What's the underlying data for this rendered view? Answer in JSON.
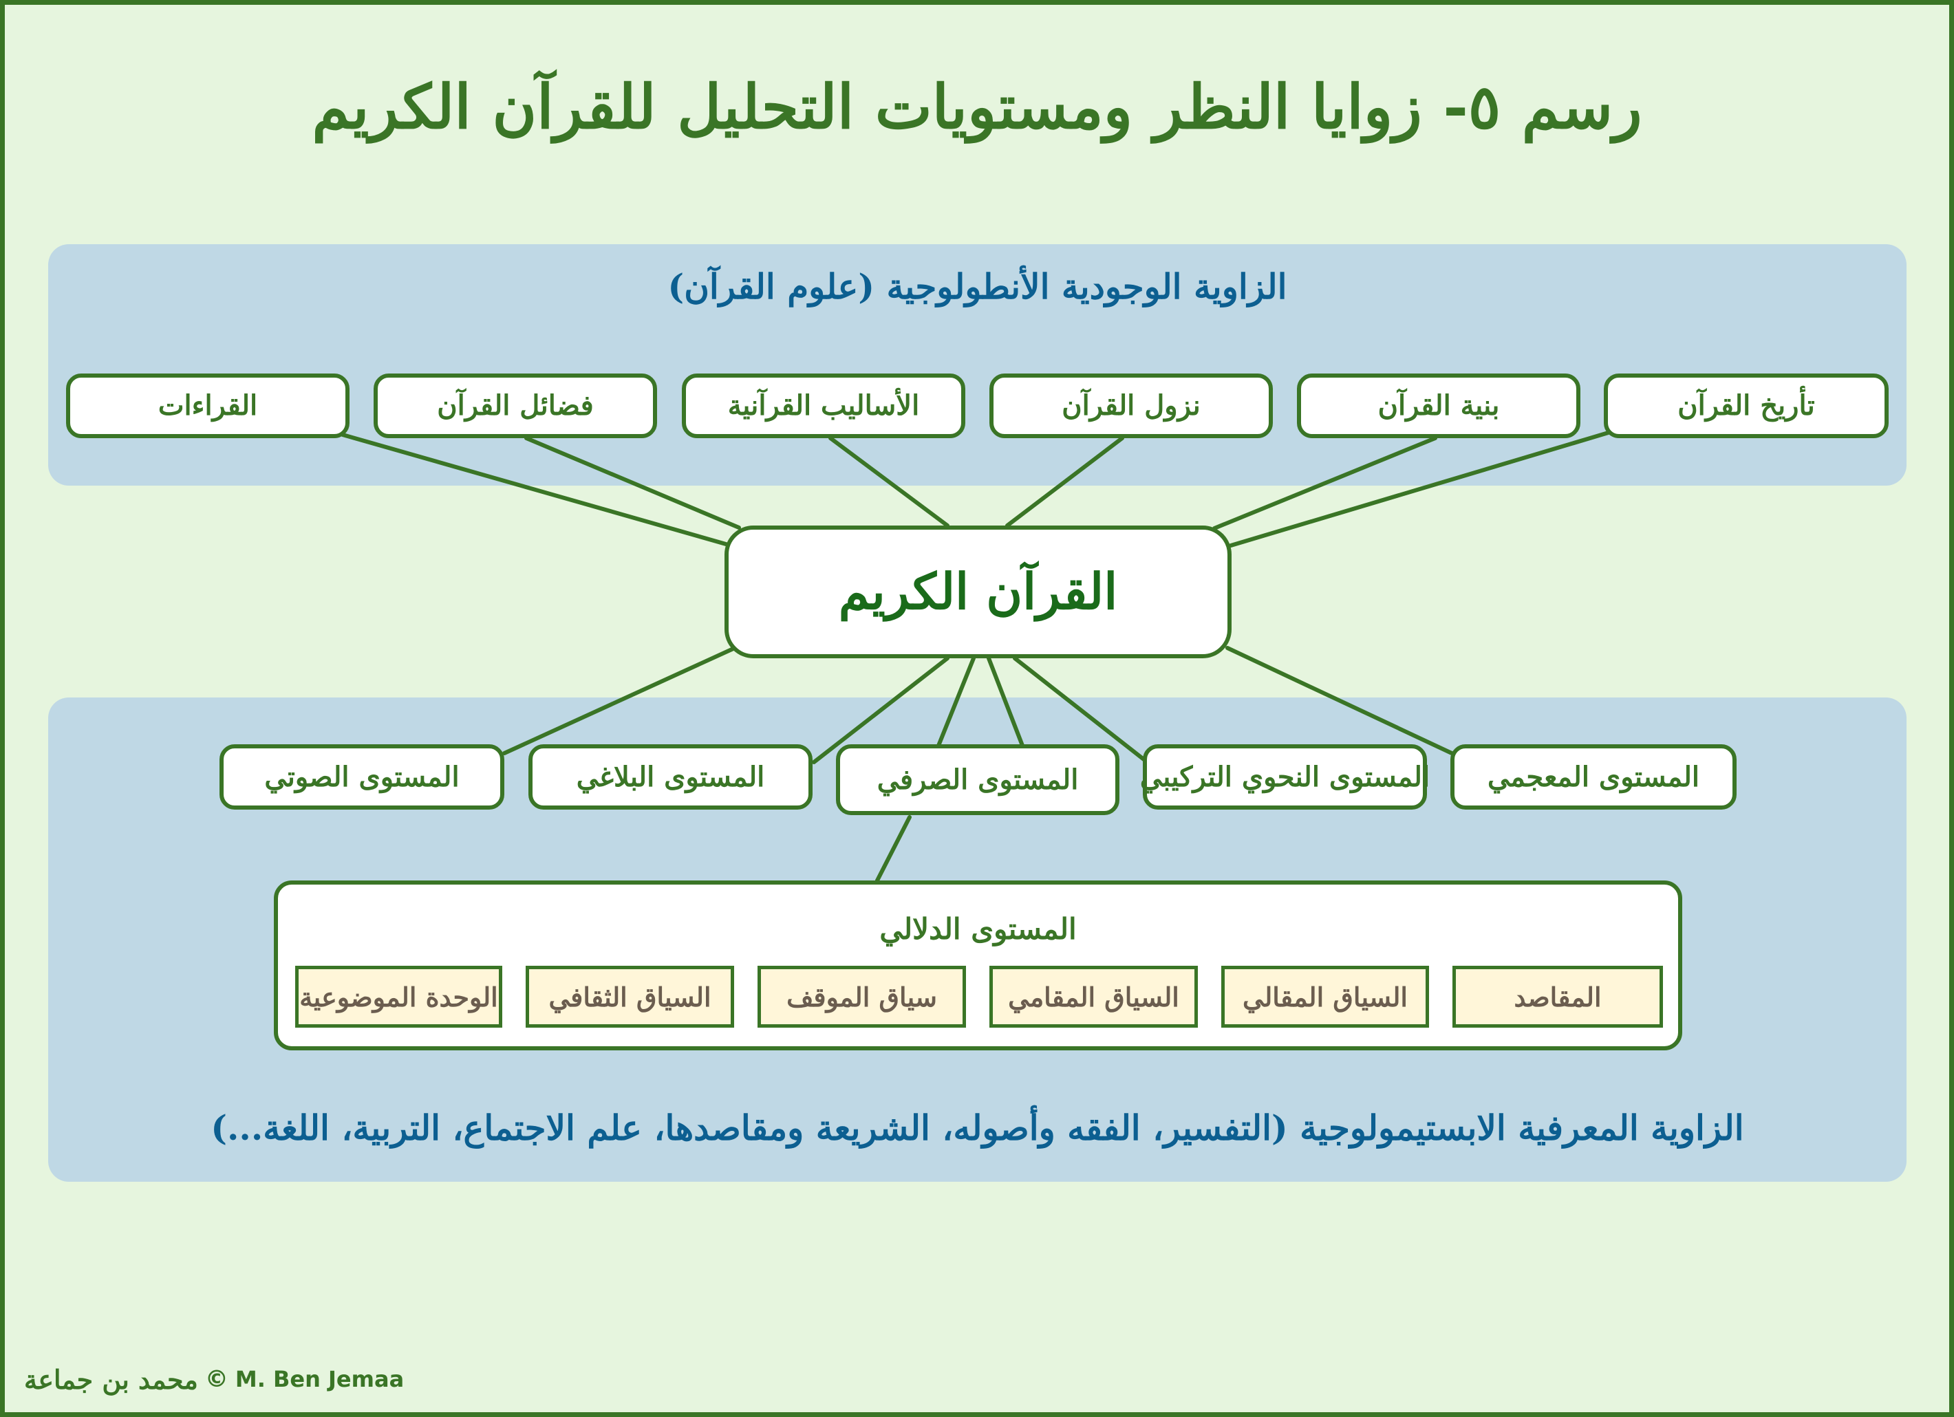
{
  "title": "رسم ٥- زوايا النظر ومستويات التحليل للقرآن الكريم",
  "colors": {
    "background": "#e6f5de",
    "border_green": "#3a7526",
    "panel_blue": "#bfd8e5",
    "label_blue": "#0c5f91",
    "sub_box_fill": "#fff6d9",
    "sub_box_text": "#6b5d4f"
  },
  "ontological_angle": {
    "label": "الزاوية الوجودية الأنطولوجية (علوم القرآن)",
    "items": [
      {
        "label": "تأريخ القرآن"
      },
      {
        "label": "بنية القرآن"
      },
      {
        "label": "نزول القرآن"
      },
      {
        "label": "الأساليب القرآنية"
      },
      {
        "label": "فضائل القرآن"
      },
      {
        "label": "القراءات"
      }
    ]
  },
  "center": {
    "label": "القرآن الكريم"
  },
  "analysis_levels": {
    "items": [
      {
        "label": "المستوى المعجمي"
      },
      {
        "label": "المستوى النحوي التركيبي"
      },
      {
        "label": "المستوى الصرفي"
      },
      {
        "label": "المستوى البلاغي"
      },
      {
        "label": "المستوى الصوتي"
      }
    ],
    "semantic": {
      "label": "المستوى الدلالي",
      "items": [
        {
          "label": "المقاصد"
        },
        {
          "label": "السياق المقالي"
        },
        {
          "label": "السياق المقامي"
        },
        {
          "label": "سياق الموقف"
        },
        {
          "label": "السياق الثقافي"
        },
        {
          "label": "الوحدة الموضوعية"
        }
      ]
    }
  },
  "epistemological_angle": {
    "label": "الزاوية المعرفية الابستيمولوجية (التفسير، الفقه وأصوله، الشريعة ومقاصدها، علم الاجتماع، التربية، اللغة...)"
  },
  "footer": {
    "author_ar": "محمد بن جماعة",
    "copyright_symbol": "©",
    "author_en": "M. Ben Jemaa"
  }
}
